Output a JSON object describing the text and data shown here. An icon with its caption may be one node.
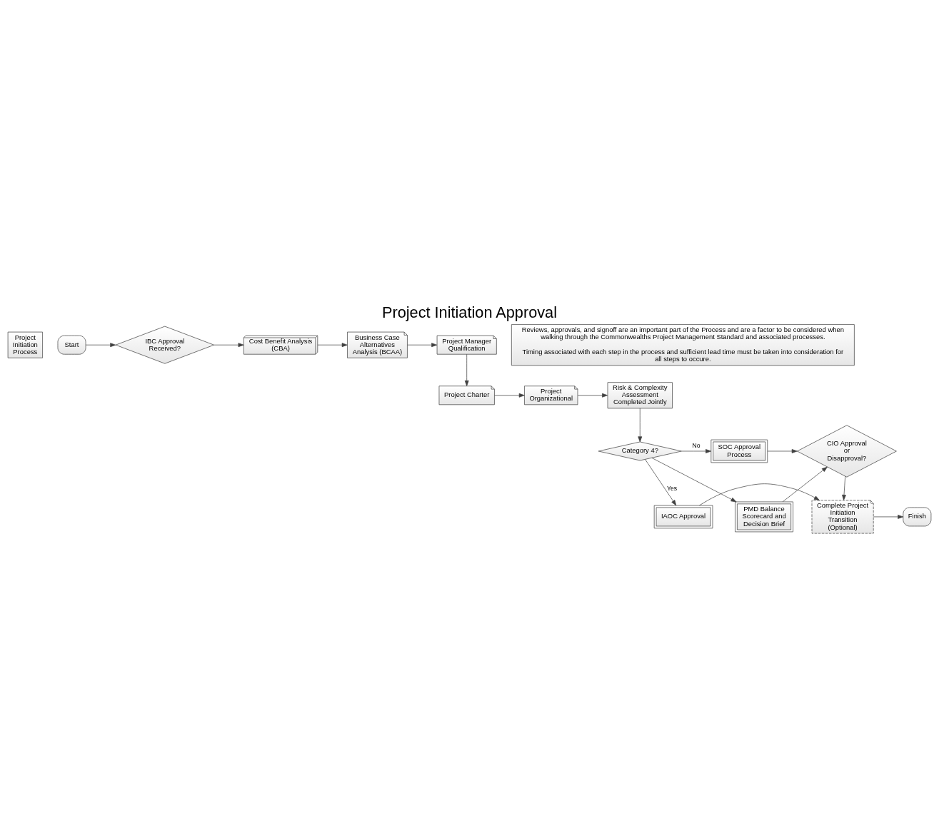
{
  "diagram": {
    "title": "Project Initiation Approval",
    "nodes": [
      {
        "text": [
          "Project Initiation Process"
        ]
      },
      {
        "text": [
          "Start"
        ]
      },
      {
        "text": [
          "IBC Approval Received?"
        ]
      },
      {
        "text": [
          "Cost Benefit Analysis (CBA)"
        ]
      },
      {
        "text": [
          "Business Case Alternatives Analysis (BCAA)"
        ]
      },
      {
        "text": [
          "Project Manager Qualification"
        ]
      },
      {
        "text": [
          "Project Charter"
        ]
      },
      {
        "text": [
          "Project Organizational"
        ]
      },
      {
        "text": [
          "Risk & Complexity Assessment Completed Jointly"
        ]
      },
      {
        "text": [
          "Category 4?"
        ]
      },
      {
        "text": [
          "SOC Approval Process"
        ]
      },
      {
        "text": [
          "PMD Balance Scorecard and Decision Brief"
        ]
      },
      {
        "text": [
          "CIO Approval or Disapproval?"
        ]
      },
      {
        "text": [
          "IAOC Approval"
        ]
      },
      {
        "text": [
          "Complete Project Initiation Transition (Optional)"
        ]
      },
      {
        "text": [
          "Finish"
        ]
      },
      {
        "text": [
          "Reviews, approvals, and signoff are an important part of the Process and are a factor to be considered when walking through the Commonwealths Project Management Standard and associated processes.",
          "Timing associated with each step in the process and sufficient lead time must be taken into consideration for all steps to occure."
        ]
      }
    ],
    "edges": [
      {
        "from": 1,
        "to": 2,
        "arrow": "to"
      },
      {
        "from": 2,
        "to": 3,
        "arrow": "to"
      },
      {
        "from": 3,
        "to": 4,
        "arrow": "to"
      },
      {
        "from": 4,
        "to": 5,
        "arrow": "to"
      },
      {
        "from": 5,
        "to": 6,
        "arrow": "to"
      },
      {
        "from": 6,
        "to": 7,
        "arrow": "to"
      },
      {
        "from": 7,
        "to": 8,
        "arrow": "to"
      },
      {
        "from": 8,
        "to": 9,
        "arrow": "to"
      },
      {
        "from": 9,
        "to": 10,
        "arrow": "to",
        "label": "No"
      },
      {
        "from": 9,
        "to": 11,
        "arrow": "to"
      },
      {
        "from": 9,
        "to": 13,
        "arrow": "to",
        "label": "Yes"
      },
      {
        "from": 10,
        "to": 12,
        "arrow": "to"
      },
      {
        "from": 11,
        "to": 12,
        "arrow": "to"
      },
      {
        "from": 12,
        "to": 14,
        "arrow": "to"
      },
      {
        "from": 13,
        "to": 14,
        "arrow": "to"
      },
      {
        "from": 14,
        "to": 15,
        "arrow": "to"
      }
    ]
  }
}
